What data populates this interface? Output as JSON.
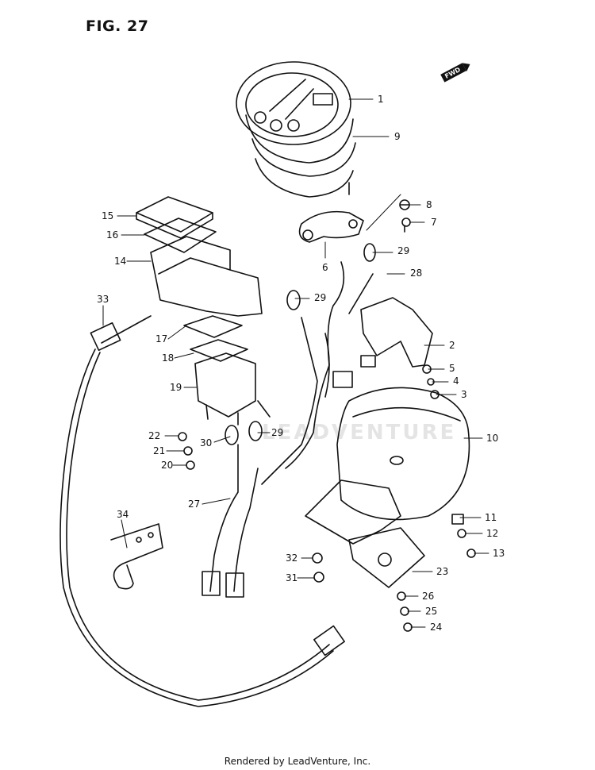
{
  "figure": {
    "title": "FIG. 27"
  },
  "fwd_label": "FWD",
  "watermark": "LEADVENTURE",
  "footer": "Rendered by LeadVenture, Inc.",
  "callouts": [
    "1",
    "9",
    "8",
    "7",
    "6",
    "29",
    "28",
    "29",
    "2",
    "5",
    "4",
    "3",
    "10",
    "11",
    "12",
    "13",
    "23",
    "26",
    "25",
    "24",
    "32",
    "31",
    "15",
    "16",
    "14",
    "33",
    "17",
    "18",
    "19",
    "22",
    "21",
    "20",
    "30",
    "29",
    "27",
    "34"
  ]
}
